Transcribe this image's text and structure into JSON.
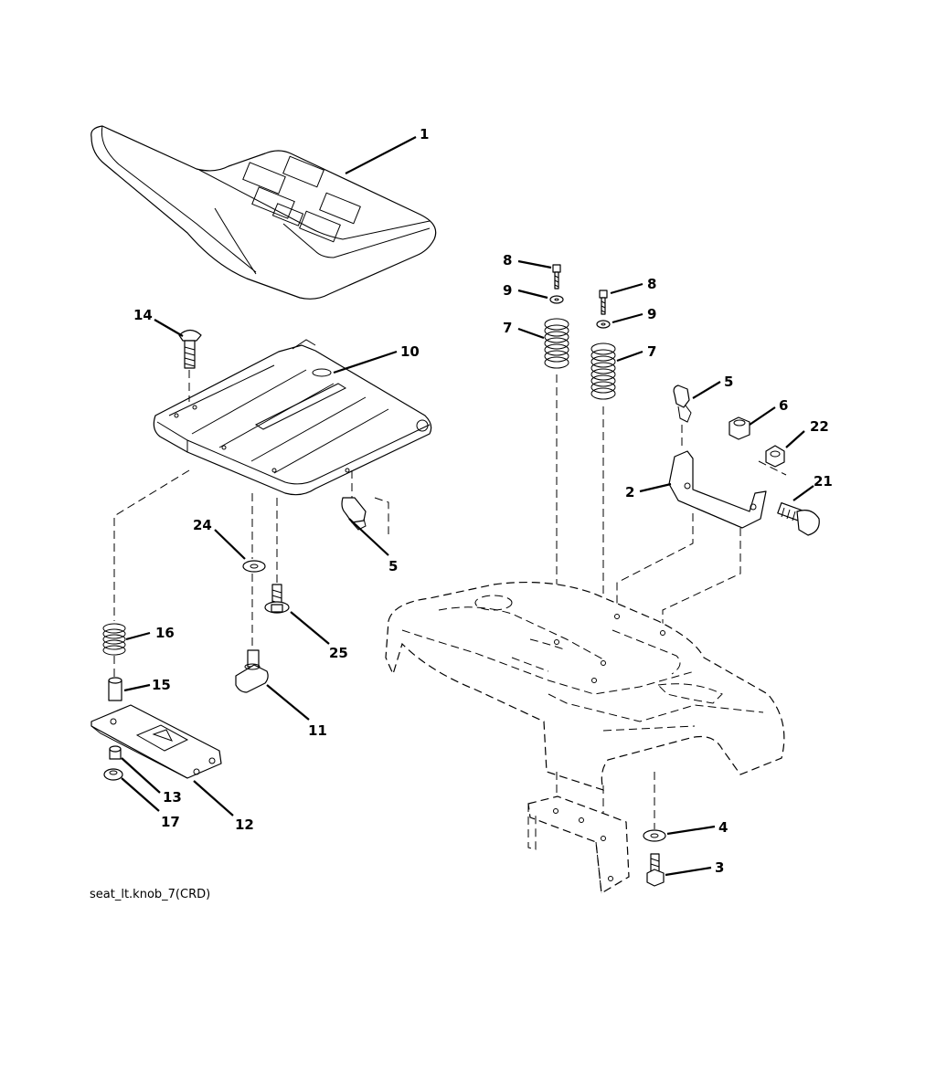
{
  "labels": {
    "seat": "1",
    "seat_bracket": "2",
    "bolt_3": "3",
    "washer_4": "4",
    "clip_5_right": "5",
    "clip_5_left": "5",
    "nut_6": "6",
    "spring_7_left": "7",
    "spring_7_right": "7",
    "screw_8_left": "8",
    "screw_8_right": "8",
    "washer_9_left": "9",
    "washer_9_right": "9",
    "seat_pan": "10",
    "knob_11": "11",
    "slide_plate_12": "12",
    "nut_13": "13",
    "carriage_bolt_14": "14",
    "spacer_15": "15",
    "spring_16": "16",
    "washer_17": "17",
    "bolt_21": "21",
    "nut_22": "22",
    "washer_24": "24",
    "screw_25": "25"
  },
  "caption": "seat_lt.knob_7(CRD)"
}
